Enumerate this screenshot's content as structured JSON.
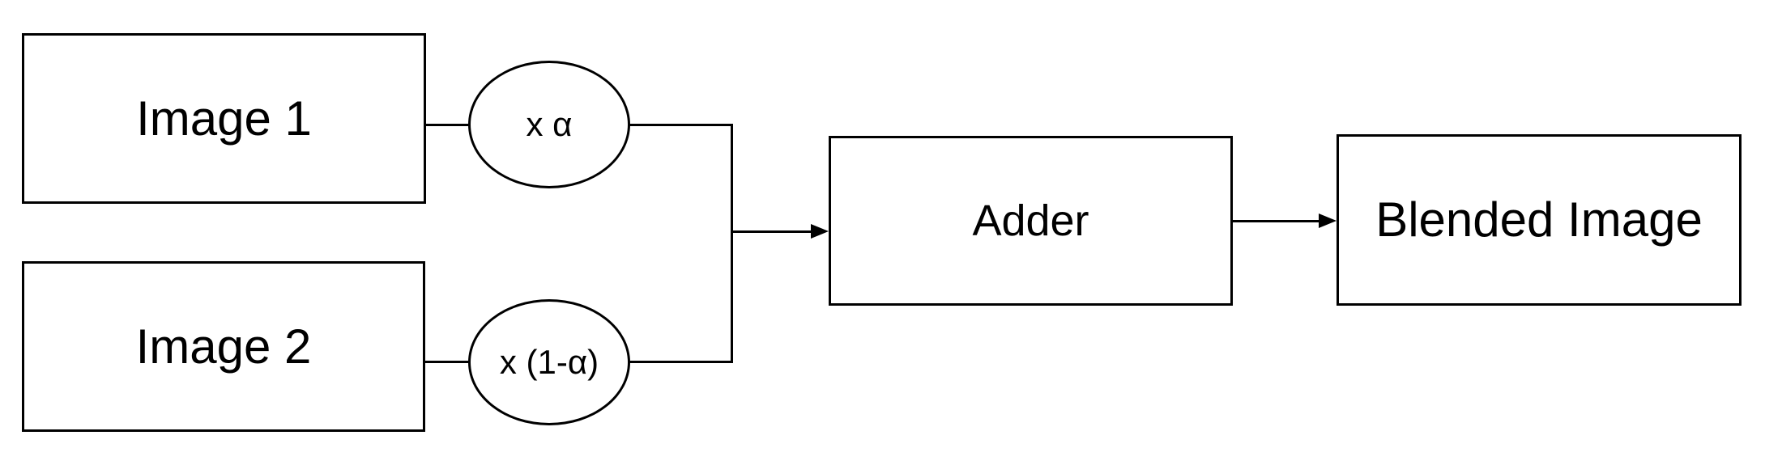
{
  "diagram": {
    "type": "block-diagram",
    "description": "Alpha blending of two images",
    "colors": {
      "background": "#ffffff",
      "stroke": "#000000",
      "text": "#000000",
      "node_fill": "#ffffff"
    },
    "nodes": {
      "image1": {
        "label": "Image 1",
        "shape": "rectangle"
      },
      "image2": {
        "label": "Image 2",
        "shape": "rectangle"
      },
      "mul_alpha": {
        "label": "x α",
        "shape": "ellipse"
      },
      "mul_one_minus_alpha": {
        "label": "x (1-α)",
        "shape": "ellipse"
      },
      "adder": {
        "label": "Adder",
        "shape": "rectangle"
      },
      "blended_image": {
        "label": "Blended Image",
        "shape": "rectangle"
      }
    },
    "edges": [
      {
        "from": "image1",
        "to": "mul_alpha",
        "arrow": false
      },
      {
        "from": "mul_alpha",
        "to": "merge-junction",
        "arrow": false
      },
      {
        "from": "image2",
        "to": "mul_one_minus_alpha",
        "arrow": false
      },
      {
        "from": "mul_one_minus_alpha",
        "to": "merge-junction",
        "arrow": false
      },
      {
        "from": "merge-junction",
        "to": "adder",
        "arrow": true
      },
      {
        "from": "adder",
        "to": "blended_image",
        "arrow": true
      }
    ]
  }
}
